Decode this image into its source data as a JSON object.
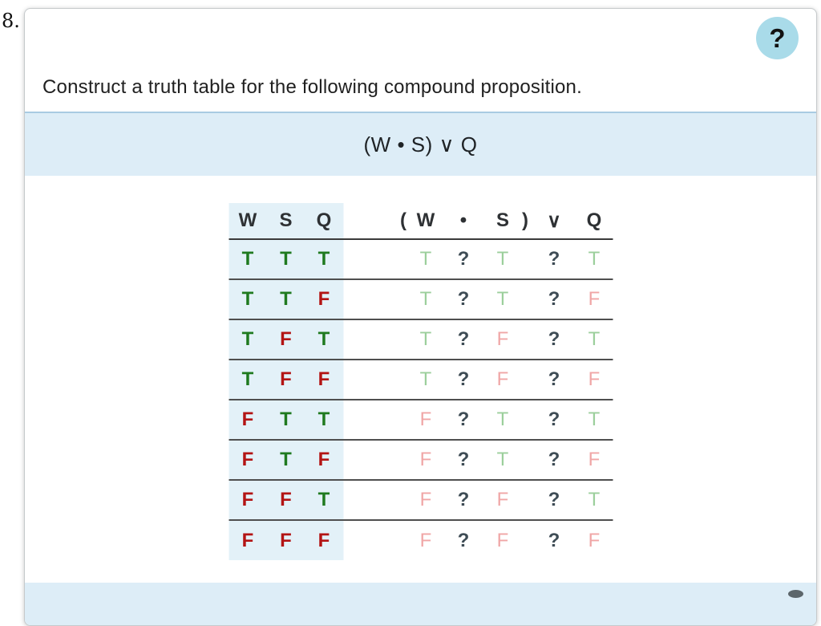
{
  "question_number": "8.",
  "help_button": {
    "glyph": "?"
  },
  "prompt": "Construct a truth table for the following compound proposition.",
  "proposition": "(W • S) ∨ Q",
  "truth_table": {
    "left_headers": [
      "W",
      "S",
      "Q"
    ],
    "right_headers": [
      "(",
      "W",
      "•",
      "S",
      ")",
      "∨",
      "Q"
    ],
    "rows": [
      {
        "left": [
          "T",
          "T",
          "T"
        ],
        "right": [
          "T",
          "?",
          "T",
          "?",
          "T"
        ]
      },
      {
        "left": [
          "T",
          "T",
          "F"
        ],
        "right": [
          "T",
          "?",
          "T",
          "?",
          "F"
        ]
      },
      {
        "left": [
          "T",
          "F",
          "T"
        ],
        "right": [
          "T",
          "?",
          "F",
          "?",
          "T"
        ]
      },
      {
        "left": [
          "T",
          "F",
          "F"
        ],
        "right": [
          "T",
          "?",
          "F",
          "?",
          "F"
        ]
      },
      {
        "left": [
          "F",
          "T",
          "T"
        ],
        "right": [
          "F",
          "?",
          "T",
          "?",
          "T"
        ]
      },
      {
        "left": [
          "F",
          "T",
          "F"
        ],
        "right": [
          "F",
          "?",
          "T",
          "?",
          "F"
        ]
      },
      {
        "left": [
          "F",
          "F",
          "T"
        ],
        "right": [
          "F",
          "?",
          "F",
          "?",
          "T"
        ]
      },
      {
        "left": [
          "F",
          "F",
          "F"
        ],
        "right": [
          "F",
          "?",
          "F",
          "?",
          "F"
        ]
      }
    ]
  },
  "colors": {
    "true_strong": "#1f7a1f",
    "false_strong": "#b31414",
    "true_faded": "#9ccf9c",
    "false_faded": "#f0a6a6",
    "placeholder": "#3e4c55",
    "banner_bg": "#ddedf7",
    "banner_border": "#a9cbe2",
    "panel_bg": "#e3f1f8",
    "help_button_bg": "#a9dbe9",
    "row_line": "#4f4f4f",
    "header_line": "#3a3a3a"
  }
}
